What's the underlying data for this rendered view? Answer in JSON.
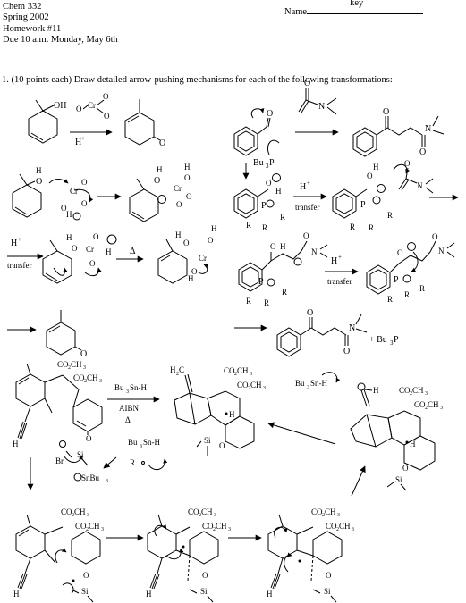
{
  "header": {
    "course": "Chem 332",
    "term": "Spring 2002",
    "assignment": "Homework #11",
    "due": "Due 10 a.m. Monday, May 6th",
    "name_label": "Name",
    "name_value": "key"
  },
  "question": {
    "text": "1. (10 points each) Draw detailed arrow-pushing mechanisms for each of the following transformations:"
  },
  "labels": {
    "hplus": "H",
    "plus": "+",
    "transfer": "transfer",
    "delta": "Δ",
    "bu3p": "Bu",
    "bu3p_sub": "3",
    "bu3p_end": "P",
    "plus_bu3p": "+ Bu",
    "bu3snh": "Bu",
    "bu3snh_sub": "3",
    "bu3snh_end": "Sn-H",
    "aibn": "AIBN",
    "snbu3": "SnBu",
    "snbu3_sub": "3",
    "co2ch3": "CO",
    "co2ch3_sub": "2",
    "co2ch3_end": "CH",
    "co2ch3_sub2": "3",
    "h2c": "H",
    "h2c_sub": "2",
    "h2c_end": "C",
    "oh": "OH",
    "o": "O",
    "h": "H",
    "n": "N",
    "p": "P",
    "r": "R",
    "cr": "Cr",
    "si": "Si",
    "br": "Br"
  }
}
